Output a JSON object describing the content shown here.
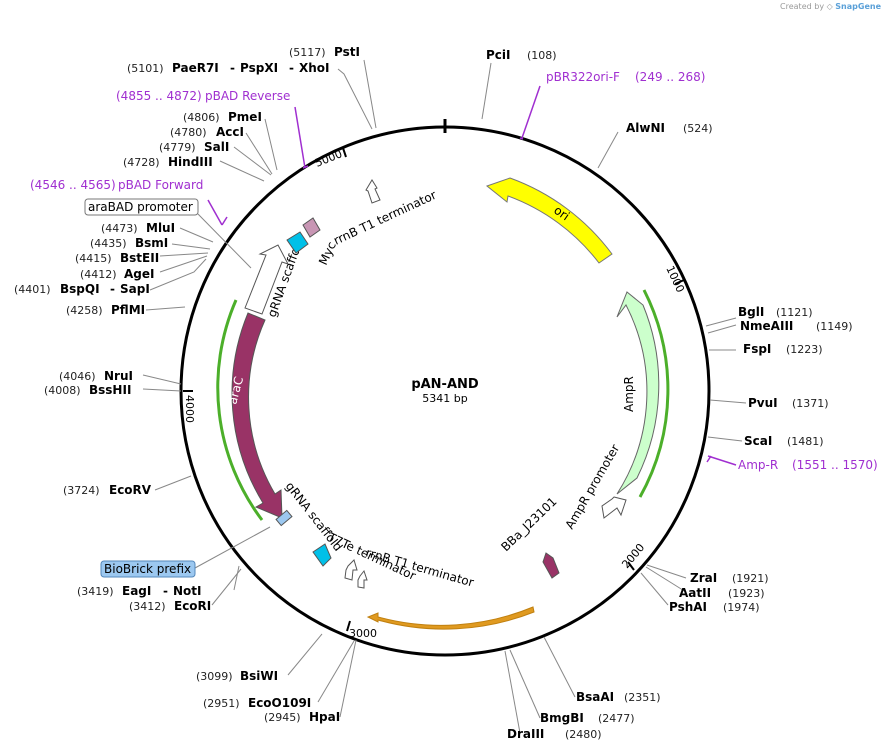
{
  "credit": {
    "created_by": "Created by",
    "brand": "SnapGene"
  },
  "plasmid": {
    "name": "pAN-AND",
    "length_label": "5341 bp"
  },
  "ticks": [
    "1000",
    "2000",
    "3000",
    "4000",
    "5000"
  ],
  "enzymes": [
    {
      "pos": "(108)",
      "name": "PciI"
    },
    {
      "pos": "(524)",
      "name": "AlwNI"
    },
    {
      "pos": "(1121)",
      "name": "BglI"
    },
    {
      "pos": "(1149)",
      "name": "NmeAIII"
    },
    {
      "pos": "(1223)",
      "name": "FspI"
    },
    {
      "pos": "(1371)",
      "name": "PvuI"
    },
    {
      "pos": "(1481)",
      "name": "ScaI"
    },
    {
      "pos": "(1921)",
      "name": "ZraI"
    },
    {
      "pos": "(1923)",
      "name": "AatII"
    },
    {
      "pos": "(1974)",
      "name": "PshAI"
    },
    {
      "pos": "(2351)",
      "name": "BsaAI"
    },
    {
      "pos": "(2477)",
      "name": "BmgBI"
    },
    {
      "pos": "(2480)",
      "name": "DraIII"
    },
    {
      "pos": "(2945)",
      "name": "HpaI"
    },
    {
      "pos": "(2951)",
      "name": "EcoO109I"
    },
    {
      "pos": "(3099)",
      "name": "BsiWI"
    },
    {
      "pos": "(3412)",
      "name": "EcoRI"
    },
    {
      "pos": "(3419)",
      "name": "EagI",
      "name2": "NotI"
    },
    {
      "pos": "(3724)",
      "name": "EcoRV"
    },
    {
      "pos": "(4008)",
      "name": "BssHII"
    },
    {
      "pos": "(4046)",
      "name": "NruI"
    },
    {
      "pos": "(4258)",
      "name": "PflMI"
    },
    {
      "pos": "(4401)",
      "name": "BspQI",
      "name2": "SapI"
    },
    {
      "pos": "(4412)",
      "name": "AgeI"
    },
    {
      "pos": "(4415)",
      "name": "BstEII"
    },
    {
      "pos": "(4435)",
      "name": "BsmI"
    },
    {
      "pos": "(4473)",
      "name": "MluI"
    },
    {
      "pos": "(4728)",
      "name": "HindIII"
    },
    {
      "pos": "(4779)",
      "name": "SalI"
    },
    {
      "pos": "(4780)",
      "name": "AccI"
    },
    {
      "pos": "(4806)",
      "name": "PmeI"
    },
    {
      "pos": "(5101)",
      "name": "PaeR7I",
      "name2": "PspXI",
      "name3": "XhoI"
    },
    {
      "pos": "(5117)",
      "name": "PstI"
    }
  ],
  "primers": [
    {
      "name": "pBR322ori-F",
      "range": "(249 .. 268)"
    },
    {
      "name": "Amp-R",
      "range": "(1551 .. 1570)"
    },
    {
      "name": "pBAD Forward",
      "range": "(4546 .. 4565)"
    },
    {
      "name": "pBAD Reverse",
      "range": "(4855 .. 4872)"
    }
  ],
  "boxed_features": {
    "arabad_promoter": "araBAD promoter",
    "biobrick_prefix": "BioBrick prefix"
  },
  "features": {
    "ori": "ori",
    "ampr": "AmpR",
    "ampr_promoter": "AmpR promoter",
    "bba": "BBa_J23101",
    "arac": "araC",
    "grna_scaffold_top": "gRNA scaffold",
    "grna_scaffold_bottom": "gRNA scaffold",
    "rrnb_top": "rrnB T1 terminator",
    "rrnb_bottom": "rrnB T1 terminator",
    "t7te": "T7Te terminator",
    "myc": "Myc"
  },
  "colors": {
    "ori": "#ffff00",
    "ampr": "#ccffcc",
    "arac": "#993366",
    "scaffold": "#00c0e8",
    "myc": "#c896b4",
    "bba": "#993366",
    "primer": "#a02fd0",
    "orf_green": "#4caf2a",
    "orf_orange": "#e09a20",
    "biobrick": "#9cc8f0"
  }
}
